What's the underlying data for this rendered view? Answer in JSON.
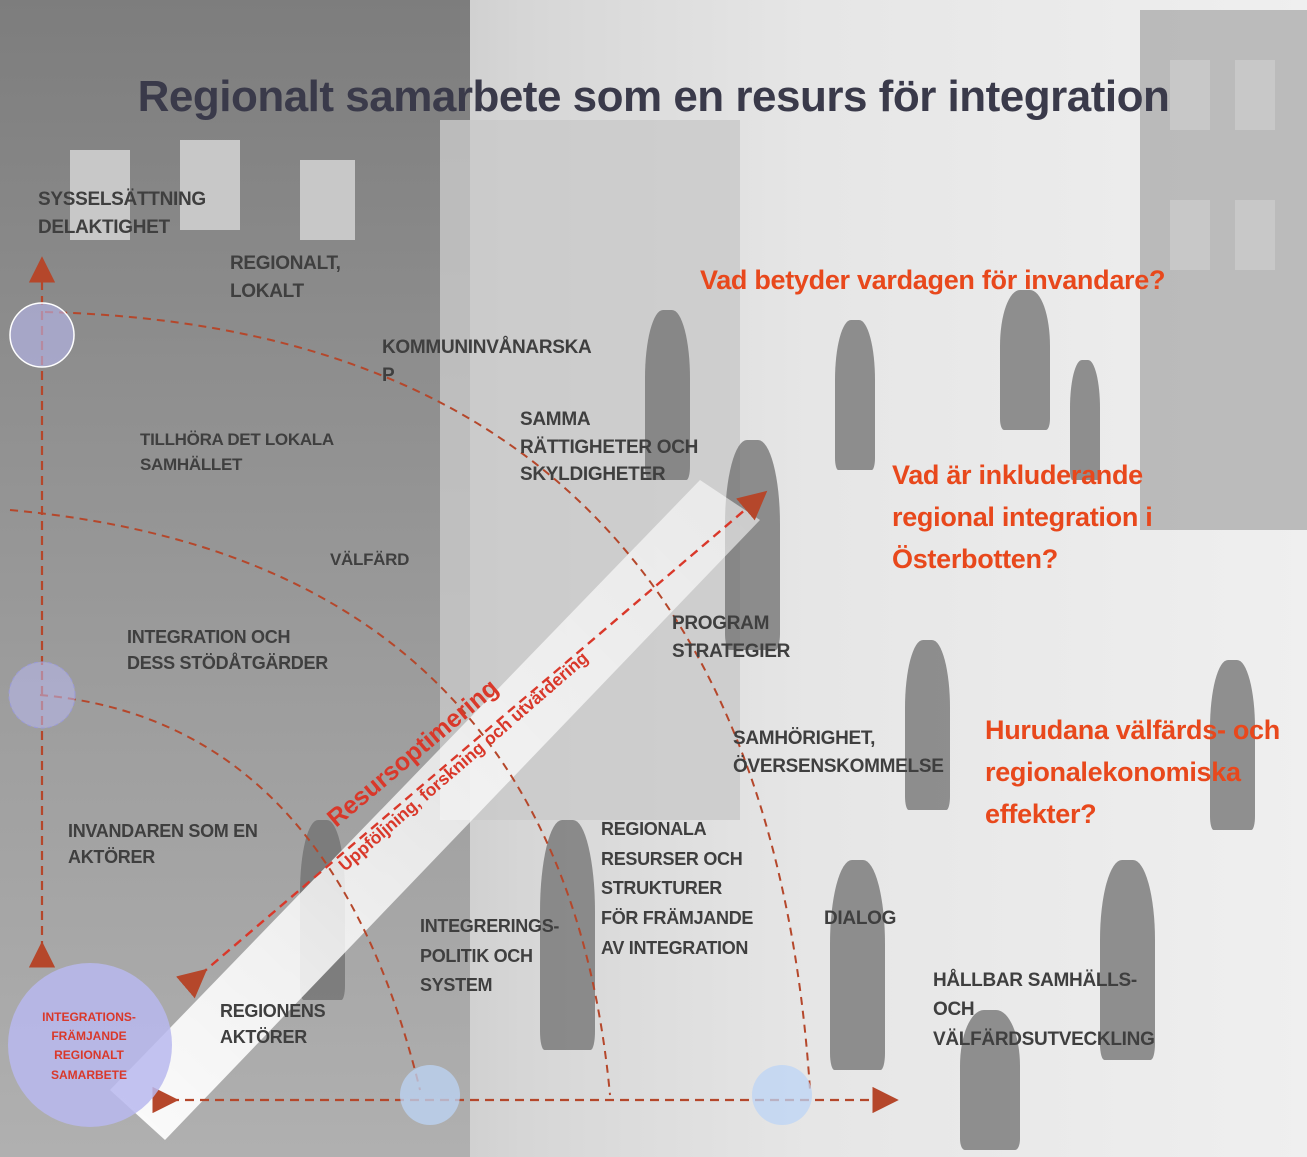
{
  "title": "Regionalt samarbete som en resurs för integration",
  "axis": {
    "vertical_top": "SYSSELSÄTTNING\nDELAKTIGHET",
    "origin": "INTEGRATIONS-\nFRÄMJANDE\nREGIONALT\nSAMARBETE"
  },
  "labels": {
    "regionalt_lokalt": "REGIONALT,\nLOKALT",
    "kommuninvanarskap": "KOMMUNINVÅNARSKA\nP",
    "samma_rattigheter": "SAMMA\nRÄTTIGHETER OCH\nSKYLDIGHETER",
    "tillhora": "TILLHÖRA DET LOKALA\nSAMHÄLLET",
    "valfard": "VÄLFÄRD",
    "integration_stod": "INTEGRATION OCH\nDESS STÖDÅTGÄRDER",
    "program": "PROGRAM\nSTRATEGIER",
    "samhorighet": "SAMHÖRIGHET,\nÖVERSENSKOMMELSE",
    "invandaren": "INVANDAREN SOM EN\nAKTÖRER",
    "regionala_resurser": "REGIONALA\nRESURSER OCH\nSTRUKTURER\nFÖR FRÄMJANDE\nAV INTEGRATION",
    "dialog": "DIALOG",
    "integrerings": "INTEGRERINGS-\nPOLITIK OCH\nSYSTEM",
    "regionens": "REGIONENS\nAKTÖRER",
    "hallbar": "HÅLLBAR SAMHÄLLS-\nOCH\nVÄLFÄRDSUTVECKLING"
  },
  "questions": {
    "q1": "Vad betyder vardagen för invandare?",
    "q2": "Vad är inkluderande\nregional integration i\nÖsterbotten?",
    "q3": "Hurudana välfärds- och\nregionalekonomiska\neffekter?"
  },
  "diagonal": {
    "main": "Resursoptimering",
    "sub": "Uppföljning, forskning och utvärdering"
  },
  "colors": {
    "accent": "#e8481c",
    "arrow": "#b5472b",
    "text": "#3f3f3f",
    "circle": "#b8b8ee"
  }
}
